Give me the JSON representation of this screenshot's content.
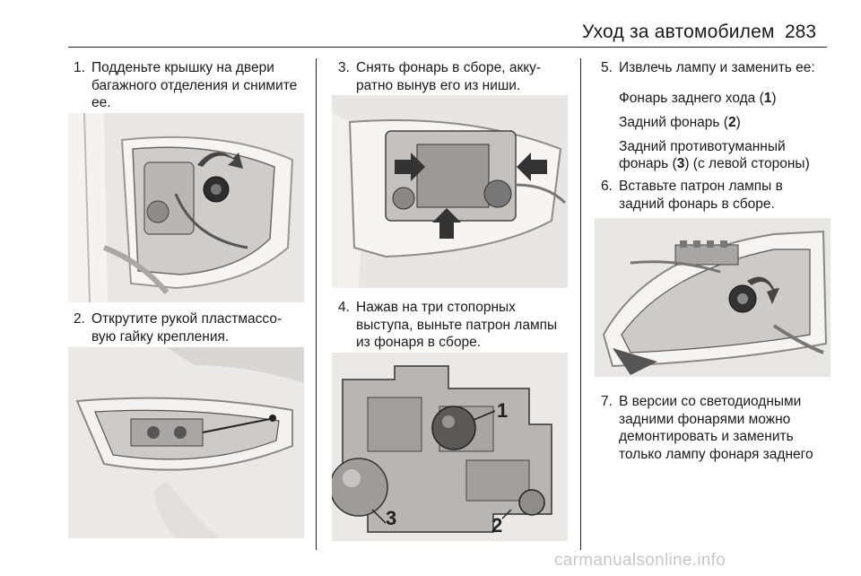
{
  "header": {
    "title": "Уход за автомобилем",
    "page_number": "283"
  },
  "steps": [
    {
      "number": "1.",
      "lines": [
        "Подденьте крышку на двери",
        "багажного отделения и снимите",
        "ее."
      ]
    },
    {
      "number": "2.",
      "lines": [
        "Открутите рукой пластмассо-",
        "вую гайку крепления."
      ]
    },
    {
      "number": "3.",
      "lines": [
        "Снять фонарь в сборе, акку-",
        "ратно вынув его из ниши."
      ]
    },
    {
      "number": "4.",
      "lines": [
        "Нажав на три стопорных",
        "выступа, выньте патрон лампы",
        "из фонаря в сборе."
      ]
    },
    {
      "number": "5.",
      "lines": [
        "Извлечь лампу и заменить ее:"
      ]
    },
    {
      "number": "6.",
      "lines": [
        "Вставьте патрон лампы в",
        "задний фонарь в сборе."
      ]
    },
    {
      "number": "7.",
      "lines": [
        "В версии со светодиодными",
        "задними фонарями можно",
        "демонтировать и заменить",
        "только лампу фонаря заднего"
      ]
    }
  ],
  "lamp_list": [
    {
      "before": "Фонарь заднего хода (",
      "num": "1",
      "after": ")"
    },
    {
      "before": "Задний фонарь (",
      "num": "2",
      "after": ")"
    },
    {
      "before": "Задний противотуманный",
      "num": "",
      "after": ""
    },
    {
      "before": "фонарь (",
      "num": "3",
      "after": ") (с левой стороны)"
    }
  ],
  "figure_callouts": [
    "1",
    "2",
    "3"
  ],
  "watermark": "carmanualsonline.info"
}
